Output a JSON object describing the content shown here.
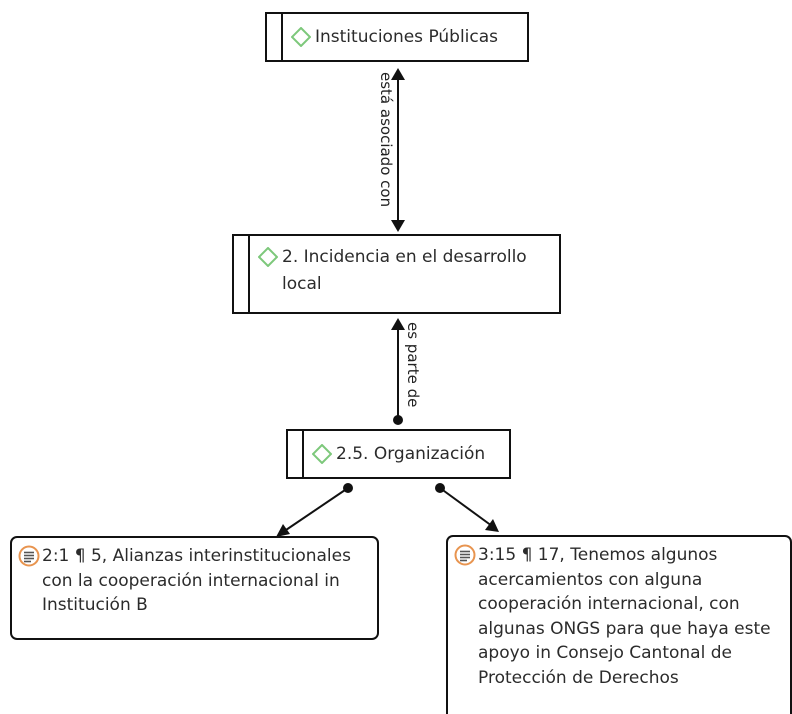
{
  "nodes": {
    "instituciones": {
      "label": "Instituciones Públicas",
      "icon": "code-diamond-icon"
    },
    "incidencia": {
      "label": "2. Incidencia en el desarrollo local",
      "icon": "code-diamond-icon"
    },
    "organizacion": {
      "label": "2.5. Organización",
      "icon": "code-diamond-icon"
    }
  },
  "quotes": {
    "q1": {
      "label": "2:1 ¶ 5, Alianzas interinstitucionales con la cooperación internacional in Institución B",
      "icon": "quotation-document-icon"
    },
    "q2": {
      "label": "3:15 ¶ 17, Tenemos algunos acercamientos con alguna cooperación internacional, con algunas ONGS para que haya este apoyo in Consejo Cantonal de Protección de Derechos",
      "icon": "quotation-document-icon"
    }
  },
  "relations": {
    "r1": "está asociado con",
    "r2": "es parte de"
  },
  "colors": {
    "code_icon": "#7dc87b",
    "quote_icon": "#e8944f",
    "border": "#111111",
    "text": "#2b2b2b"
  }
}
